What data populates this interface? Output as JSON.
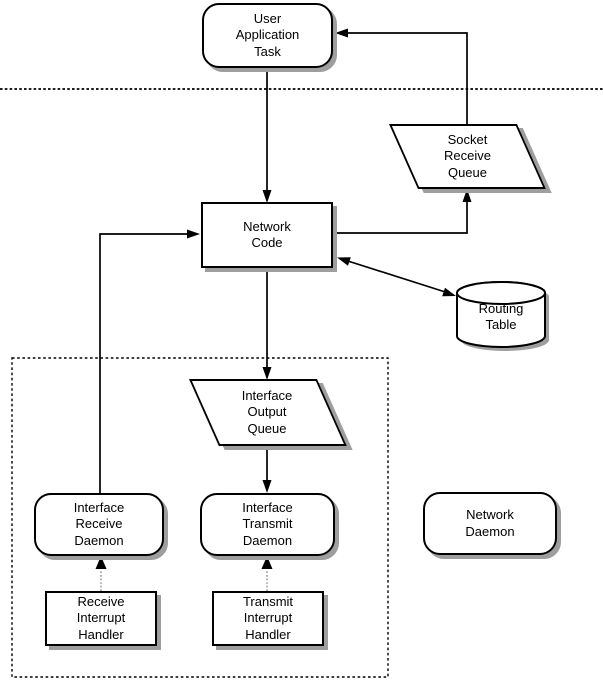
{
  "diagram": {
    "nodes": {
      "user_application_task": {
        "label": "User\nApplication\nTask",
        "shape": "rounded-rect"
      },
      "socket_receive_queue": {
        "label": "Socket\nReceive\nQueue",
        "shape": "parallelogram"
      },
      "network_code": {
        "label": "Network\nCode",
        "shape": "rect"
      },
      "routing_table": {
        "label": "Routing\nTable",
        "shape": "cylinder"
      },
      "interface_output_queue": {
        "label": "Interface\nOutput\nQueue",
        "shape": "parallelogram"
      },
      "interface_receive_daemon": {
        "label": "Interface\nReceive\nDaemon",
        "shape": "rounded-rect"
      },
      "interface_transmit_daemon": {
        "label": "Interface\nTransmit\nDaemon",
        "shape": "rounded-rect"
      },
      "network_daemon": {
        "label": "Network\nDaemon",
        "shape": "rounded-rect"
      },
      "receive_interrupt_handler": {
        "label": "Receive\nInterrupt\nHandler",
        "shape": "rect"
      },
      "transmit_interrupt_handler": {
        "label": "Transmit\nInterrupt\nHandler",
        "shape": "rect"
      }
    },
    "edges": [
      {
        "from": "user_application_task",
        "to": "network_code",
        "style": "solid-arrow"
      },
      {
        "from": "socket_receive_queue",
        "to": "user_application_task",
        "style": "solid-arrow"
      },
      {
        "from": "network_code",
        "to": "socket_receive_queue",
        "style": "solid-arrow"
      },
      {
        "from": "network_code",
        "to": "routing_table",
        "style": "double-headed-arrow"
      },
      {
        "from": "interface_receive_daemon",
        "to": "network_code",
        "style": "solid-arrow"
      },
      {
        "from": "network_code",
        "to": "interface_output_queue",
        "style": "solid-arrow"
      },
      {
        "from": "interface_output_queue",
        "to": "interface_transmit_daemon",
        "style": "solid-arrow"
      },
      {
        "from": "receive_interrupt_handler",
        "to": "interface_receive_daemon",
        "style": "dotted-arrow"
      },
      {
        "from": "transmit_interrupt_handler",
        "to": "interface_transmit_daemon",
        "style": "dotted-arrow"
      }
    ],
    "colors": {
      "line": "#000000",
      "node_fill": "#ffffff",
      "shadow": "#9e9e9e",
      "dotted_connector": "#999999"
    }
  }
}
